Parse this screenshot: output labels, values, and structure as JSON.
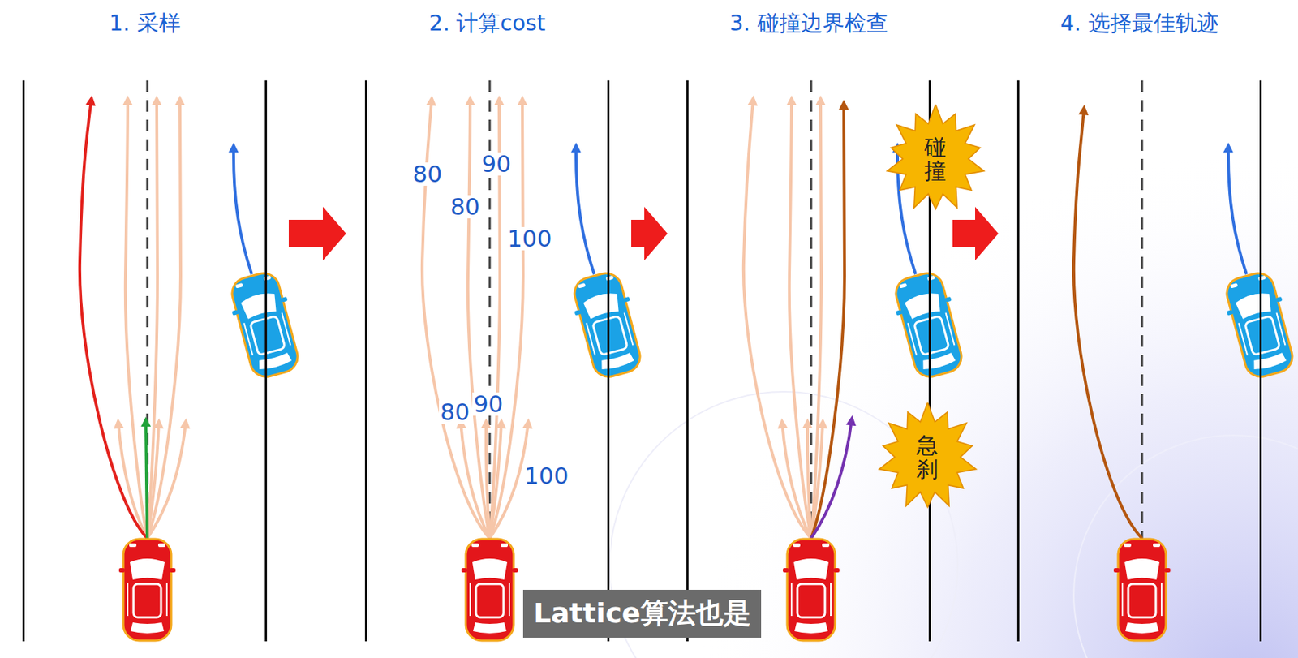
{
  "diagram": {
    "caption": "Lattice算法也是",
    "nodes": [
      {
        "text": [
          "1. 采样"
        ]
      },
      {
        "text": [
          "2. 计算cost"
        ]
      },
      {
        "text": [
          "3. 碰撞边界检查"
        ]
      },
      {
        "text": [
          "4. 选择最佳轨迹"
        ]
      },
      {
        "text": [
          "碰撞"
        ],
        "in": 2
      },
      {
        "text": [
          "急刹"
        ],
        "in": 2
      }
    ],
    "edges": [
      {
        "from": 0,
        "to": 1,
        "arrow": "to"
      },
      {
        "from": 1,
        "to": 2,
        "arrow": "to"
      },
      {
        "from": 2,
        "to": 3,
        "arrow": "to"
      }
    ],
    "labels": [
      "80",
      "90",
      "80",
      "100",
      "80",
      "90",
      "100"
    ]
  }
}
